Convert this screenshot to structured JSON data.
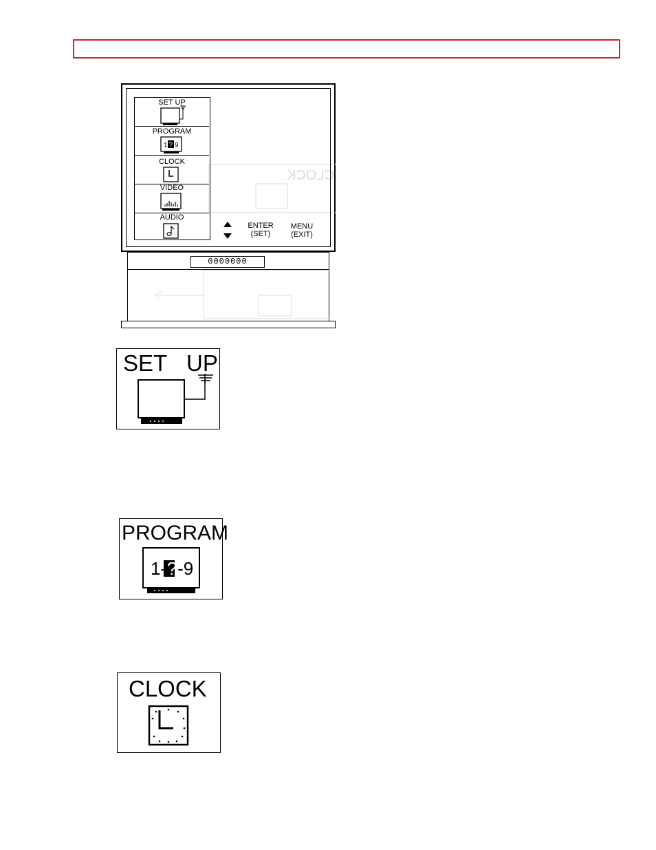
{
  "header": {
    "bar_color": "#d2232a"
  },
  "menu_screen": {
    "items": [
      {
        "label": "SET UP",
        "icon": "tv-antenna-icon"
      },
      {
        "label": "PROGRAM",
        "icon": "program-number-icon",
        "icon_text": "1?9"
      },
      {
        "label": "CLOCK",
        "icon": "clock-icon"
      },
      {
        "label": "VIDEO",
        "icon": "video-levels-icon"
      },
      {
        "label": "AUDIO",
        "icon": "music-note-icon"
      }
    ],
    "nav": {
      "arrows_icon": "up-down-arrows-icon",
      "enter_line1": "ENTER",
      "enter_line2": "(SET)",
      "menu_line1": "MENU",
      "menu_line2": "(EXIT)"
    },
    "counter": "0000000"
  },
  "icons": {
    "setup": {
      "title_a": "SET",
      "title_b": "UP"
    },
    "program": {
      "title": "PROGRAM",
      "digits_left": "1-",
      "digits_mid": "?",
      "digits_right": "-9"
    },
    "clock": {
      "title": "CLOCK"
    }
  }
}
